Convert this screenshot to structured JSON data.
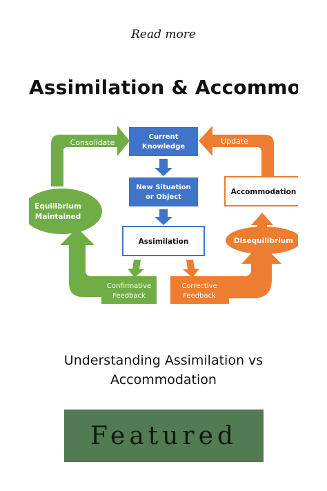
{
  "read_more": "Read more",
  "article": {
    "diagram": {
      "title": "Assimilation & Accommoda",
      "boxes": {
        "current_knowledge": [
          "Current",
          "Knowledge"
        ],
        "new_situation": [
          "New Situation",
          "or Object"
        ],
        "assimilation": "Assimilation",
        "accommodation": "Accommodation",
        "confirmative_feedback": [
          "Confirmative",
          "Feedback"
        ],
        "corrective_feedback": [
          "Corrective",
          "Feedback"
        ]
      },
      "ovals": {
        "equilibrium": [
          "Equilibrium",
          "Maintained"
        ],
        "disequilibrium": "Disequilibrium"
      },
      "arrows": {
        "consolidate": "Consolidate",
        "update": "Update"
      },
      "colors": {
        "blue": "#3f74c9",
        "green": "#70ad47",
        "orange": "#ed7d31"
      }
    },
    "caption": "Understanding Assimilation vs Accommodation"
  },
  "badge": {
    "label": "Featured",
    "color": "#527b54"
  }
}
